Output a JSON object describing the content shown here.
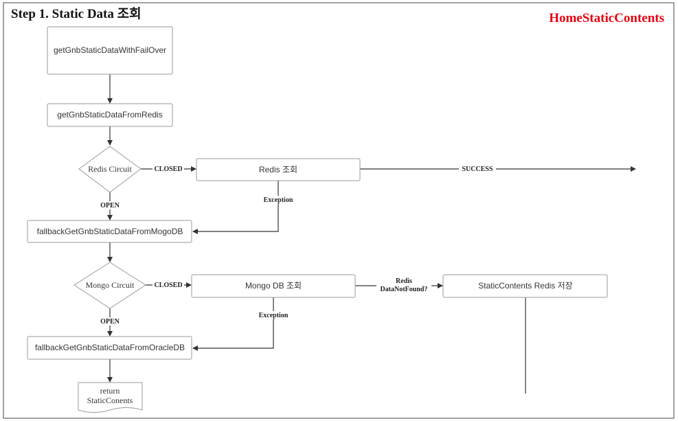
{
  "header": {
    "step_title": "Step 1. Static Data 조회",
    "component_name": "HomeStaticContents",
    "component_color": "#e60012"
  },
  "nodes": {
    "with_failover": "getGnbStaticDataWithFailOver",
    "from_redis": "getGnbStaticDataFromRedis",
    "redis_circuit": "Redis Circuit",
    "redis_query": "Redis 조회",
    "fallback_mongo": "fallbackGetGnbStaticDataFromMogoDB",
    "mongo_circuit": "Mongo Circuit",
    "mongo_query": "Mongo DB 조회",
    "redis_save": "StaticContents Redis 저장",
    "fallback_oracle": "fallbackGetGnbStaticDataFromOracleDB",
    "return_line1": "return",
    "return_line2": "StaticConents"
  },
  "edges": {
    "redis_closed": "CLOSED",
    "redis_open": "OPEN",
    "redis_exception": "Exception",
    "success": "SUCCESS",
    "mongo_closed": "CLOSED",
    "mongo_open": "OPEN",
    "mongo_exception": "Exception",
    "redis_not_found_line1": "Redis",
    "redis_not_found_line2": "DataNotFound?"
  }
}
